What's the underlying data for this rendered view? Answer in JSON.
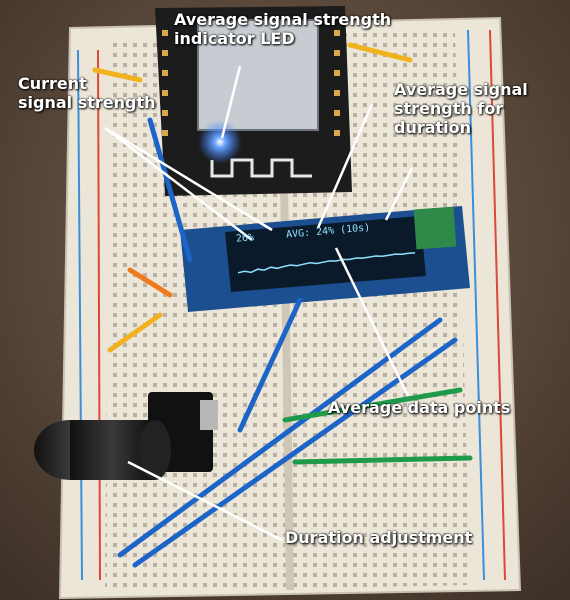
{
  "oled": {
    "avg_text": "AVG: 24% (10s)",
    "current_text": "26%",
    "trace_values": [
      0.45,
      0.5,
      0.42,
      0.55,
      0.48,
      0.6,
      0.52,
      0.58,
      0.63,
      0.57,
      0.62,
      0.66,
      0.6,
      0.64,
      0.68,
      0.65,
      0.7,
      0.67,
      0.72,
      0.69,
      0.71,
      0.74,
      0.7,
      0.73,
      0.76,
      0.72,
      0.75,
      0.74
    ]
  },
  "annotations": {
    "led": "Average signal strength\nindicator LED",
    "current": "Current\nsignal strength",
    "avg_duration": "Average signal\nstrength for\nduration",
    "avg_points": "Average data points",
    "duration_adj": "Duration adjustment"
  },
  "colors": {
    "board": "#ece6d8",
    "oled_bg": "#0b1a2a",
    "oled_text": "#8fe0ff",
    "led": "#3a7bff"
  }
}
